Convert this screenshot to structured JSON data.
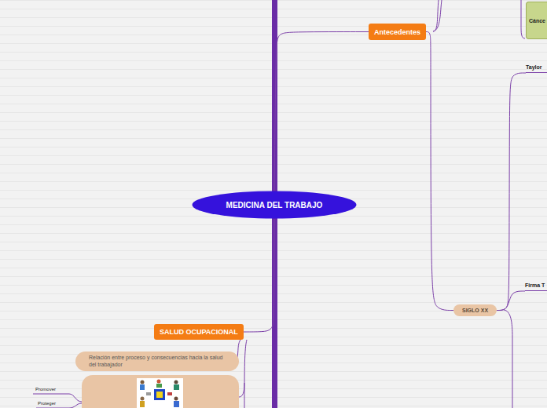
{
  "diagram": {
    "nodes": [
      {
        "text": [
          "MEDICINA DEL TRABAJO"
        ]
      },
      {
        "text": [
          "Antecedentes"
        ]
      },
      {
        "text": [
          "Cánce"
        ]
      },
      {
        "text": [
          "Taylor"
        ]
      },
      {
        "text": [
          "SIGLO XX"
        ]
      },
      {
        "text": [
          "Firma T"
        ]
      },
      {
        "text": [
          "SALUD OCUPACIONAL"
        ]
      },
      {
        "text": [
          "Relación entre proceso y consecuencias hacia la salud del trabajador"
        ]
      }
    ],
    "edges": [
      {
        "from": 0,
        "to": 1,
        "arrow": "none"
      },
      {
        "from": 1,
        "to": 4,
        "arrow": "none"
      },
      {
        "from": 4,
        "to": 3,
        "arrow": "none"
      },
      {
        "from": 4,
        "to": 5,
        "arrow": "none"
      },
      {
        "from": 0,
        "to": 6,
        "arrow": "none"
      },
      {
        "from": 6,
        "to": 7,
        "arrow": "none"
      }
    ],
    "labels": [
      "Promover",
      "Proteger"
    ]
  }
}
